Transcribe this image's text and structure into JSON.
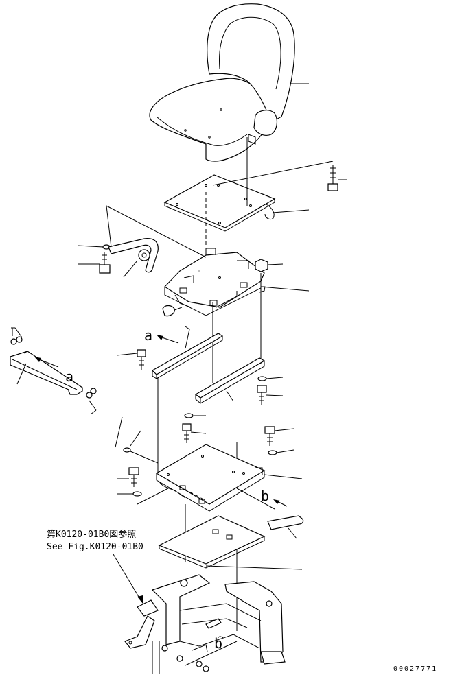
{
  "labels": {
    "slide_rail_marker_upper": "a",
    "slide_rail_marker_left": "a",
    "lever_marker": "b",
    "frame_marker": "b"
  },
  "reference": {
    "japanese": "第K0120-01B0図参照",
    "english": "See Fig.K0120-01B0"
  },
  "figure_number": "00027771"
}
